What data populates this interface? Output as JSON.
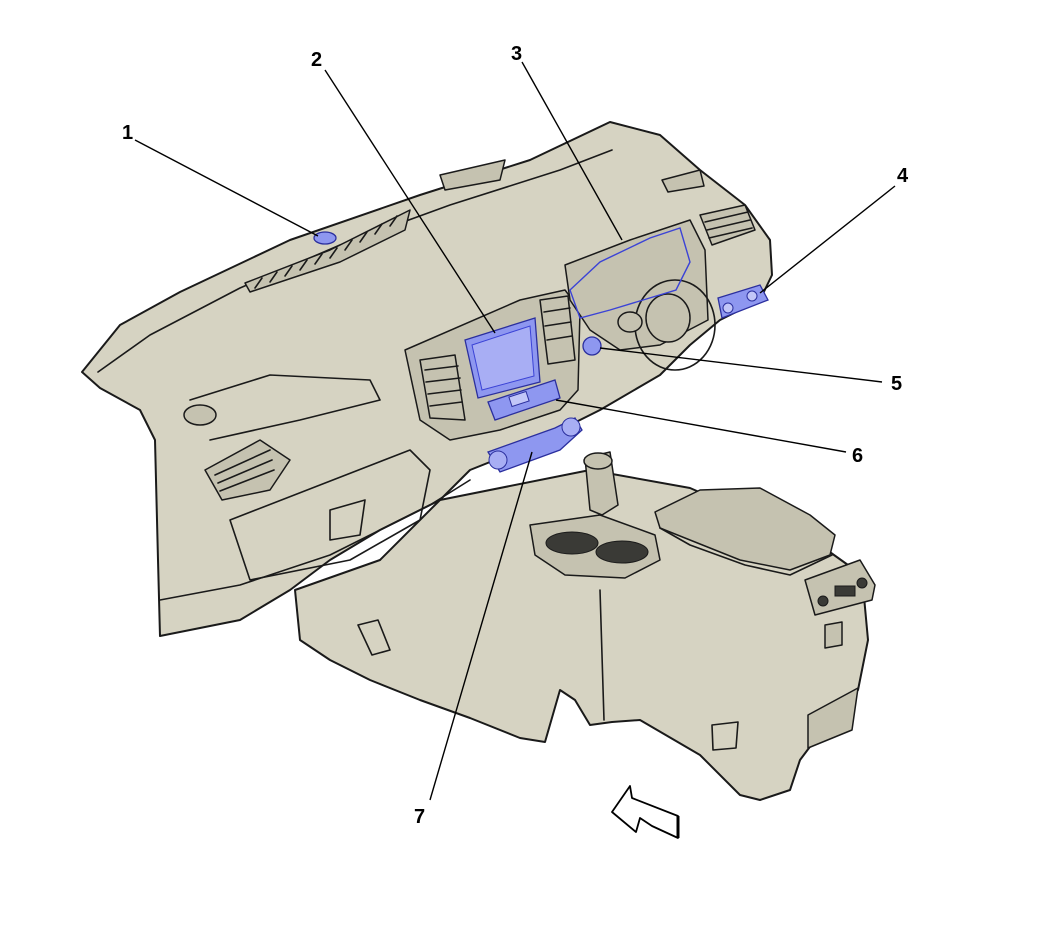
{
  "callouts": [
    {
      "id": "1",
      "label": "1"
    },
    {
      "id": "2",
      "label": "2"
    },
    {
      "id": "3",
      "label": "3"
    },
    {
      "id": "4",
      "label": "4"
    },
    {
      "id": "5",
      "label": "5"
    },
    {
      "id": "6",
      "label": "6"
    },
    {
      "id": "7",
      "label": "7"
    }
  ],
  "colors": {
    "highlight": "#8e97f0",
    "highlight_stroke": "#3b43d6",
    "body": "#d6d3c2",
    "outline": "#1a1a1a"
  },
  "icons": {
    "view_direction": "view-direction-arrow-icon"
  }
}
